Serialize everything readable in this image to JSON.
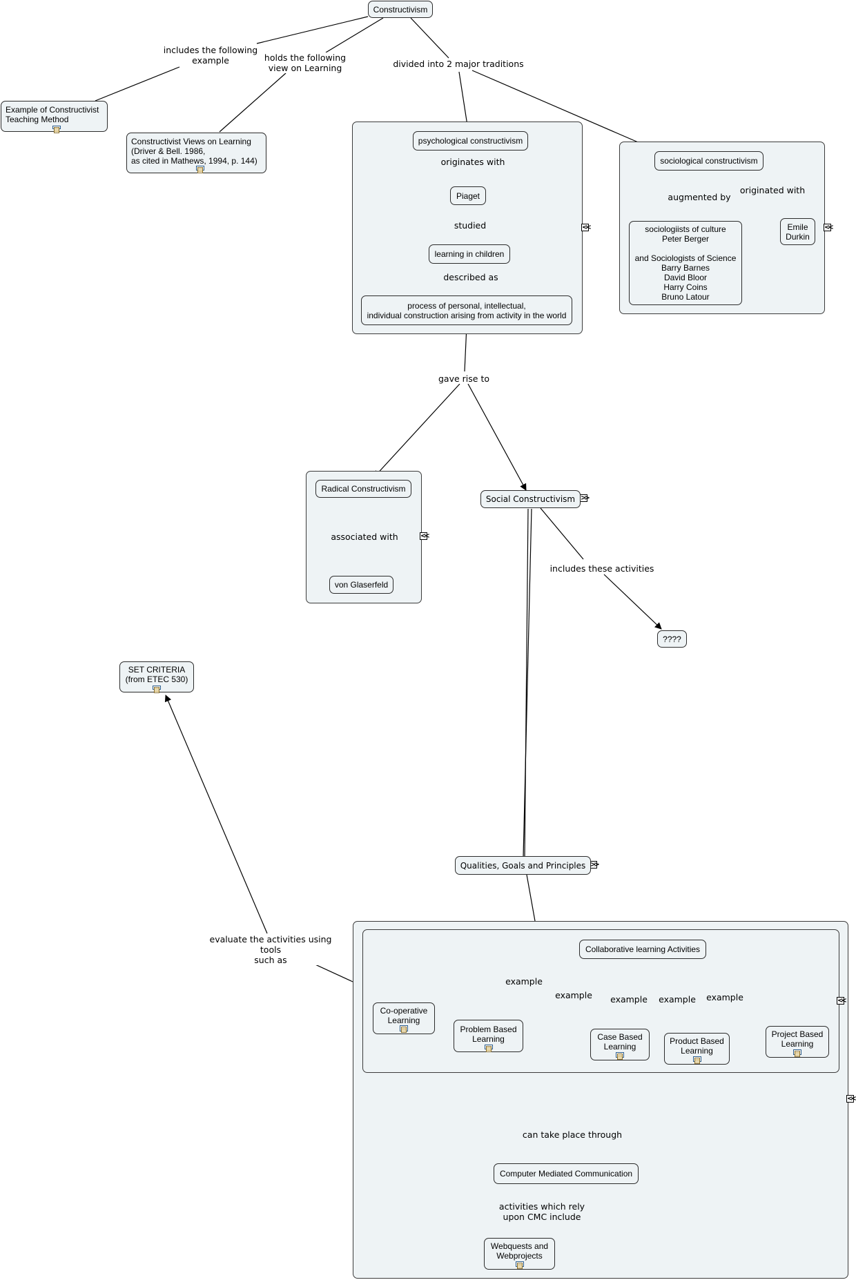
{
  "nodes": {
    "constructivism": "Constructivism",
    "example_teaching": "Example of Constructivist\nTeaching Method",
    "views_learning": "Constructivist Views on Learning\n(Driver & Bell. 1986,\n as cited in Mathews, 1994, p. 144)",
    "psych": "psychological constructivism",
    "piaget": "Piaget",
    "learning_children": "learning in children",
    "process": "process of personal, intellectual,\nindividual construction arising from activity in the world",
    "socio": "sociological constructivism",
    "sociologists": "sociologiists of culture\nPeter Berger\n\nand Sociologists of Science\nBarry Barnes\nDavid Bloor\nHarry Coins\nBruno Latour",
    "durkin": "Emile\nDurkin",
    "radical": "Radical Constructivism",
    "glaserfeld": "von Glaserfeld",
    "social": "Social Constructivism",
    "qqqq": "????",
    "set_criteria": "SET CRITERIA\n(from ETEC 530)",
    "qualities": "Qualities, Goals and Principles",
    "collab": "Collaborative learning Activities",
    "coop": "Co-operative\nLearning",
    "problem": "Problem Based\nLearning",
    "case": "Case Based\nLearning",
    "product": "Product Based\nLearning",
    "project": "Project Based\nLearning",
    "cmc": "Computer Mediated Communication",
    "webquests": "Webquests and\nWebprojects"
  },
  "links": {
    "includes_example": "includes the following\nexample",
    "holds_view": "holds the following\nview on Learning",
    "divided": "divided into 2 major traditions",
    "originates_with": "originates with",
    "studied": "studied",
    "described_as": "described as",
    "augmented_by": "augmented by",
    "originated_with": "originated with",
    "gave_rise": "gave rise to",
    "associated_with": "associated with",
    "includes_activities": "includes these activities",
    "evaluate": "evaluate the activities using tools\nsuch as",
    "example1": "example",
    "example2": "example",
    "example3": "example",
    "example4": "example",
    "example5": "example",
    "take_place": "can take place through",
    "rely_cmc": "activities which rely\nupon CMC include"
  },
  "colors": {
    "node_fill": "#eef3f5",
    "stroke": "#000000"
  },
  "icons": {
    "resource": "document-icon",
    "collapse": "collapse-icon",
    "expand": "expand-icon"
  }
}
